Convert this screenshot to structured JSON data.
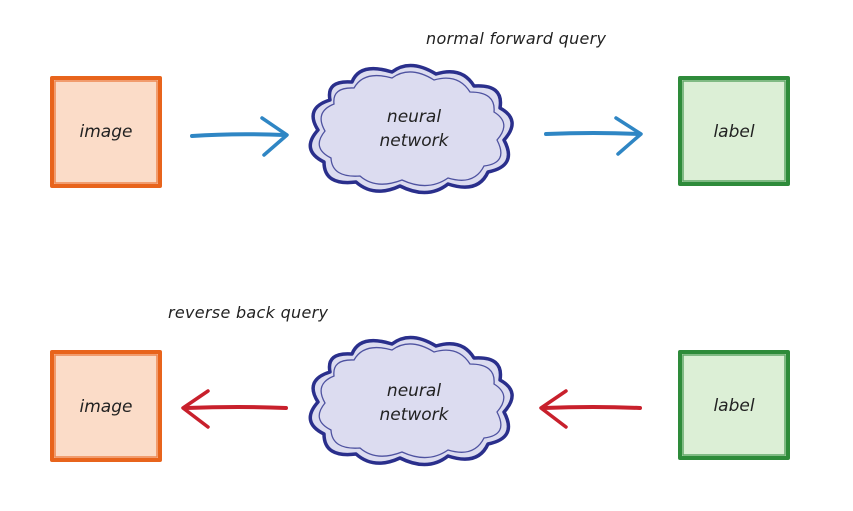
{
  "captions": {
    "forward": "normal forward query",
    "reverse": "reverse back query"
  },
  "forward_row": {
    "input_box": "image",
    "network_line1": "neural",
    "network_line2": "network",
    "output_box": "label"
  },
  "reverse_row": {
    "output_box": "image",
    "network_line1": "neural",
    "network_line2": "network",
    "input_box": "label"
  },
  "colors": {
    "image_border": "#e8641c",
    "image_fill": "#fbdcc8",
    "label_border": "#2e8b3a",
    "label_fill": "#dcefd6",
    "cloud_border": "#2a2f8c",
    "cloud_fill": "#dcdcf0",
    "forward_arrow": "#2f86c4",
    "reverse_arrow": "#c8202c",
    "text": "#222222"
  }
}
